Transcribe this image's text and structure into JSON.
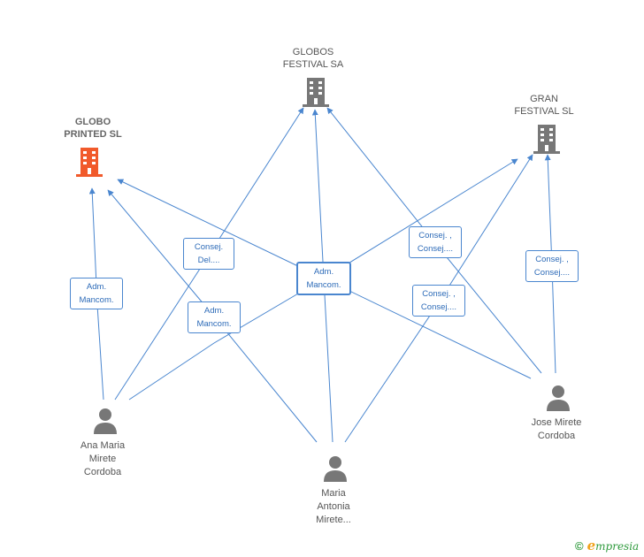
{
  "companies": {
    "globos": {
      "line1": "GLOBOS",
      "line2": "FESTIVAL SA",
      "icon": "building-icon",
      "color": "#777777"
    },
    "gran": {
      "line1": "GRAN",
      "line2": "FESTIVAL SL",
      "icon": "building-icon",
      "color": "#777777"
    },
    "globo": {
      "line1": "GLOBO",
      "line2": "PRINTED SL",
      "icon": "building-icon",
      "color": "#f15a2b"
    }
  },
  "people": {
    "ana": {
      "line1": "Ana Maria",
      "line2": "Mirete",
      "line3": "Cordoba",
      "icon": "person-icon"
    },
    "maria": {
      "line1": "Maria",
      "line2": "Antonia",
      "line3": "Mirete...",
      "icon": "person-icon"
    },
    "jose": {
      "line1": "Jose Mirete",
      "line2": "Cordoba",
      "icon": "person-icon"
    }
  },
  "roles": {
    "r1": {
      "line1": "Adm.",
      "line2": "Mancom."
    },
    "r2": {
      "line1": "Consej.",
      "line2": "Del...."
    },
    "r3": {
      "line1": "Adm.",
      "line2": "Mancom."
    },
    "r4": {
      "line1": "Adm.",
      "line2": "Mancom."
    },
    "r5": {
      "line1": "Consej. ,",
      "line2": "Consej...."
    },
    "r6": {
      "line1": "Consej. ,",
      "line2": "Consej...."
    },
    "r7": {
      "line1": "Consej. ,",
      "line2": "Consej...."
    }
  },
  "edge_color": "#4a86cf",
  "brand": {
    "copyright": "©",
    "e": "e",
    "rest": "mpresia"
  }
}
